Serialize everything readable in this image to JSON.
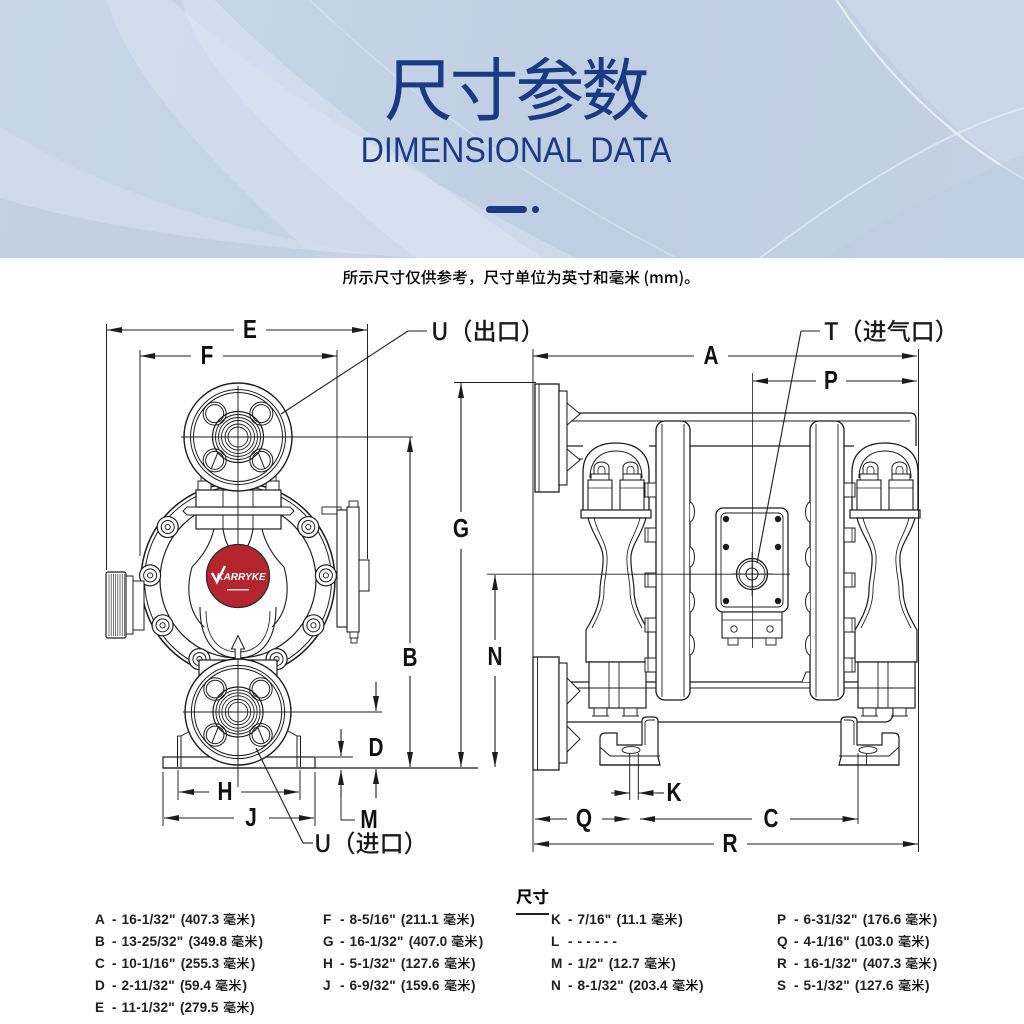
{
  "colors": {
    "header_navy": "#1b3a85",
    "header_bg": "#c4d2e6",
    "body_bg": "#ffffff",
    "ink": "#1c1c1c",
    "logo_red": "#b4252d"
  },
  "header": {
    "title_cn": "尺寸参数",
    "subtitle": "DIMENSIONAL DATA"
  },
  "note": {
    "text": "所示尺寸仅供参考，尺寸单位为英寸和毫米 (mm)。"
  },
  "drawing": {
    "callouts": {
      "outlet": "U（出口）",
      "air_inlet": "T（进气口）",
      "inlet": "U（进口）"
    },
    "logo": {
      "brand": "KARRYKE"
    },
    "dim_labels": {
      "E": "E",
      "F": "F",
      "B": "B",
      "D": "D",
      "M": "M",
      "H": "H",
      "J": "J",
      "A": "A",
      "P": "P",
      "G": "G",
      "N": "N",
      "K": "K",
      "Q": "Q",
      "C": "C",
      "R": "R"
    }
  },
  "dim_table": {
    "title": "尺寸",
    "unit_cn": "毫米",
    "sep": "-",
    "paren_open": "(",
    "paren_close": ")",
    "columns": [
      {
        "rows": [
          {
            "label": "A",
            "inch": "16-1/32\"",
            "mm": "407.3"
          },
          {
            "label": "B",
            "inch": "13-25/32\"",
            "mm": "349.8"
          },
          {
            "label": "C",
            "inch": "10-1/16\"",
            "mm": "255.3"
          },
          {
            "label": "D",
            "inch": "2-11/32\"",
            "mm": "59.4"
          },
          {
            "label": "E",
            "inch": "11-1/32\"",
            "mm": "279.5"
          }
        ]
      },
      {
        "rows": [
          {
            "label": "F",
            "inch": "8-5/16\"",
            "mm": "211.1"
          },
          {
            "label": "G",
            "inch": "16-1/32\"",
            "mm": "407.0"
          },
          {
            "label": "H",
            "inch": "5-1/32\"",
            "mm": "127.6"
          },
          {
            "label": "J",
            "inch": "6-9/32\"",
            "mm": "159.6"
          }
        ]
      },
      {
        "rows": [
          {
            "label": "K",
            "inch": "7/16\"",
            "mm": "11.1"
          },
          {
            "label": "L",
            "inch": "- - - - -",
            "mm": null
          },
          {
            "label": "M",
            "inch": "1/2\"",
            "mm": "12.7"
          },
          {
            "label": "N",
            "inch": "8-1/32\"",
            "mm": "203.4"
          }
        ]
      },
      {
        "rows": [
          {
            "label": "P",
            "inch": "6-31/32\"",
            "mm": "176.6"
          },
          {
            "label": "Q",
            "inch": "4-1/16\"",
            "mm": "103.0"
          },
          {
            "label": "R",
            "inch": "16-1/32\"",
            "mm": "407.3"
          },
          {
            "label": "S",
            "inch": "5-1/32\"",
            "mm": "127.6"
          }
        ]
      }
    ]
  }
}
